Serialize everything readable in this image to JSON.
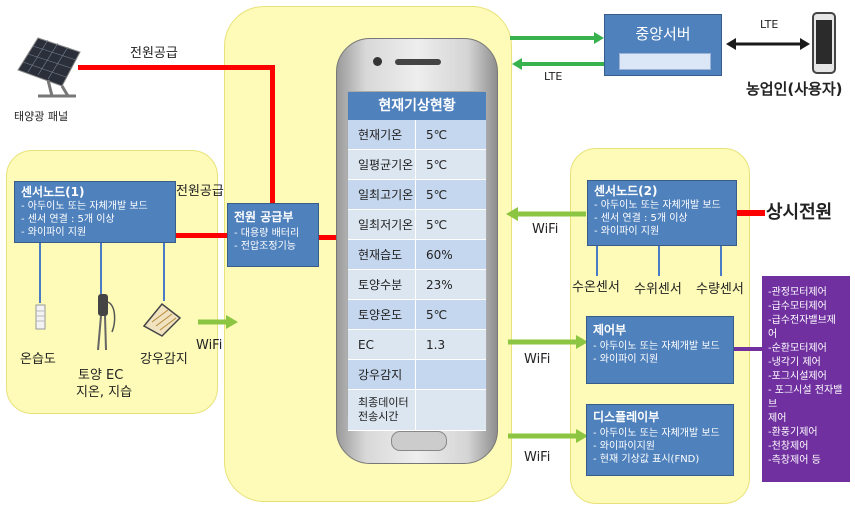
{
  "solar_panel": {
    "label": "태양광 패널"
  },
  "power_supply_top": "전원공급",
  "power_supply_left": "전원공급",
  "central_server": {
    "title": "중앙서버"
  },
  "lte_left": "LTE",
  "lte_right": "LTE",
  "farmer": "농업인(사용자)",
  "sensor_node_1": {
    "title": "센서노드(1)",
    "lines": [
      "- 아두이노 또는 자체개발 보드",
      "- 센서 연결 : 5개 이상",
      "- 와이파이 지원"
    ]
  },
  "sensors_left": {
    "thermo_hygro": "온습도",
    "soil_ec_1": "토양 EC",
    "soil_ec_2": "지온, 지습",
    "rain": "강우감지"
  },
  "wifi_left": "WiFi",
  "power_unit": {
    "title": "전원 공급부",
    "lines": [
      "-  대용량 배터리",
      "-  전압조정기능"
    ]
  },
  "phone_table": {
    "title": "현재기상현황",
    "rows": [
      {
        "label": "현재기온",
        "value": "5℃"
      },
      {
        "label": "일평균기온",
        "value": "5℃"
      },
      {
        "label": "일최고기온",
        "value": "5℃"
      },
      {
        "label": "일최저기온",
        "value": "5℃"
      },
      {
        "label": "현재습도",
        "value": "60%"
      },
      {
        "label": "토양수분",
        "value": "23%"
      },
      {
        "label": "토양온도",
        "value": "5℃"
      },
      {
        "label": "EC",
        "value": "1.3"
      },
      {
        "label": "강우감지",
        "value": ""
      },
      {
        "label": "최종데이터 전송시간",
        "value": ""
      }
    ]
  },
  "sensor_node_2": {
    "title": "센서노드(2)",
    "lines": [
      "- 아두이노 또는 자체개발 보드",
      "- 센서 연결 : 5개 이상",
      "- 와이파이 지원"
    ]
  },
  "always_power": "상시전원",
  "wifi_right_1": "WiFi",
  "wifi_right_2": "WiFi",
  "wifi_right_3": "WiFi",
  "sensors_right": {
    "water_temp": "수온센서",
    "water_level": "수위센서",
    "flow": "수량센서"
  },
  "control_unit": {
    "title": "제어부",
    "lines": [
      "- 아두이노 또는 자체개발 보드",
      "- 와이파이 지원"
    ]
  },
  "display_unit": {
    "title": "디스플레이부",
    "lines": [
      "- 아두이노 또는 자체개발 보드",
      "- 와이파이지원",
      "- 현재 기상값 표시(FND)"
    ]
  },
  "control_items": [
    "-관정모터제어",
    "-급수모터제어",
    "-급수전자밸브제어",
    "-순환모터제어",
    "-냉각기 제어",
    "-포그시설제어",
    "- 포그시설 전자밸브",
    "제어",
    "-환풍기제어",
    "-천창제어",
    "-측창제어 등"
  ]
}
